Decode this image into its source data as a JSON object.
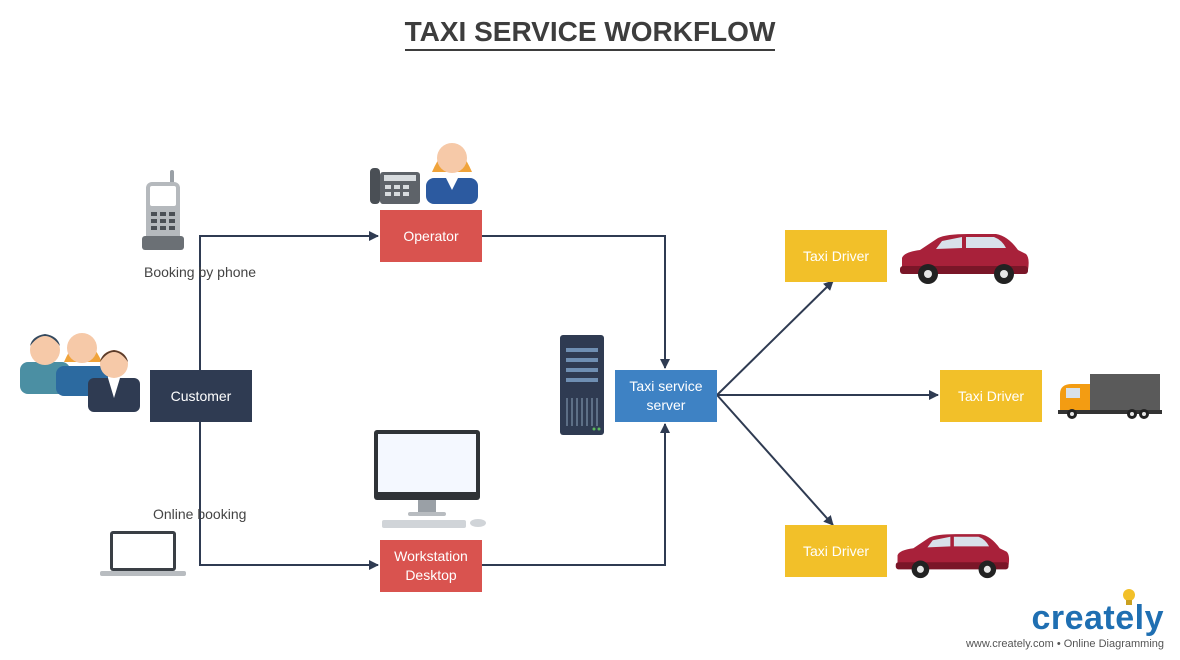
{
  "title": "TAXI SERVICE WORKFLOW",
  "nodes": {
    "operator": "Operator",
    "customer": "Customer",
    "workstation": "Workstation Desktop",
    "server": "Taxi service server",
    "driver_top": "Taxi Driver",
    "driver_middle": "Taxi Driver",
    "driver_bottom": "Taxi Driver"
  },
  "edge_labels": {
    "phone": "Booking by phone",
    "online": "Online booking"
  },
  "icons": {
    "phone": "cordless-phone-icon",
    "customers": "people-group-icon",
    "laptop": "laptop-icon",
    "desk_phone": "desk-phone-icon",
    "operator_person": "operator-woman-icon",
    "monitor": "desktop-monitor-icon",
    "server": "server-rack-icon",
    "car": "red-car-icon",
    "truck": "truck-icon"
  },
  "colors": {
    "red": "#d9534f",
    "navy": "#2f3b52",
    "blue": "#3e82c4",
    "yellow": "#f2c029",
    "line": "#2f3b52"
  },
  "brand": {
    "name": "creately",
    "tagline": "www.creately.com • Online Diagramming"
  }
}
